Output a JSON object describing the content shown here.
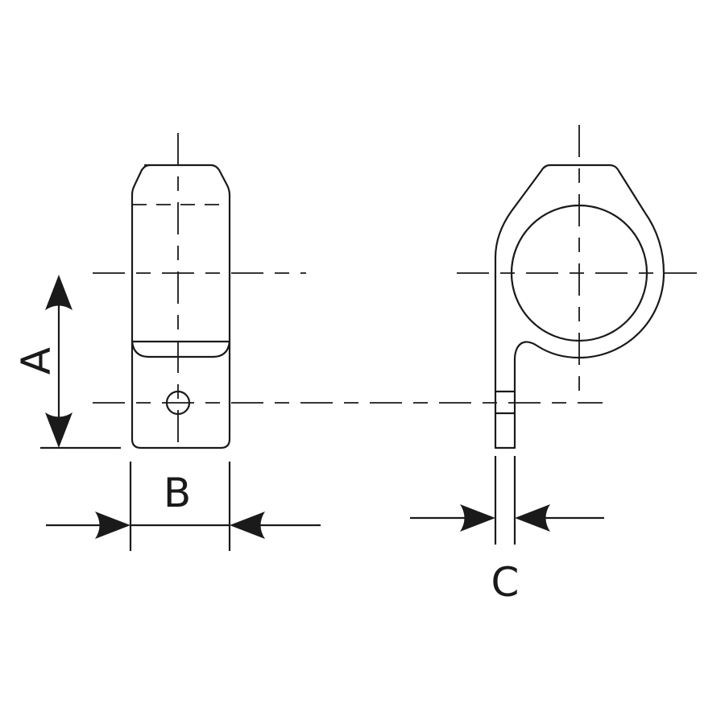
{
  "dimensions": {
    "A": "A",
    "B": "B",
    "C": "C"
  },
  "colors": {
    "line": "#1a1a1a",
    "background": "#ffffff"
  }
}
